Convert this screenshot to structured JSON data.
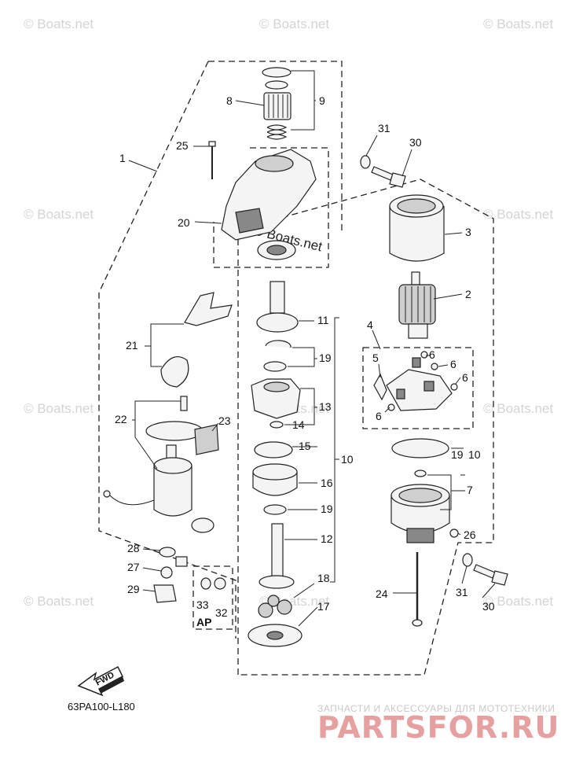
{
  "watermark": {
    "text": "© Boats.net",
    "overlay_text": "© Boats.net"
  },
  "diagram": {
    "part_number": "63PA100-L180",
    "fwd_label": "FWD",
    "ap_label": "AP",
    "callouts": {
      "c1": "1",
      "c2": "2",
      "c3": "3",
      "c4": "4",
      "c5": "5",
      "c6a": "6",
      "c6b": "6",
      "c6c": "6",
      "c6d": "6",
      "c7": "7",
      "c8": "8",
      "c9": "9",
      "c10": "10",
      "c10b": "10",
      "c11": "11",
      "c12": "12",
      "c13": "13",
      "c14": "14",
      "c15": "15",
      "c16": "16",
      "c17": "17",
      "c18": "18",
      "c19a": "19",
      "c19b": "19",
      "c19c": "19",
      "c20": "20",
      "c21": "21",
      "c22": "22",
      "c23": "23",
      "c24": "24",
      "c25": "25",
      "c26": "26",
      "c27": "27",
      "c28": "28",
      "c29": "29",
      "c30a": "30",
      "c30b": "30",
      "c31a": "31",
      "c31b": "31",
      "c32": "32",
      "c33": "33"
    }
  },
  "footer": {
    "tagline": "ЗАПЧАСТИ И АКСЕССУАРЫ ДЛЯ МОТОТЕХНИКИ",
    "brand": "PARTSFOR.RU"
  }
}
